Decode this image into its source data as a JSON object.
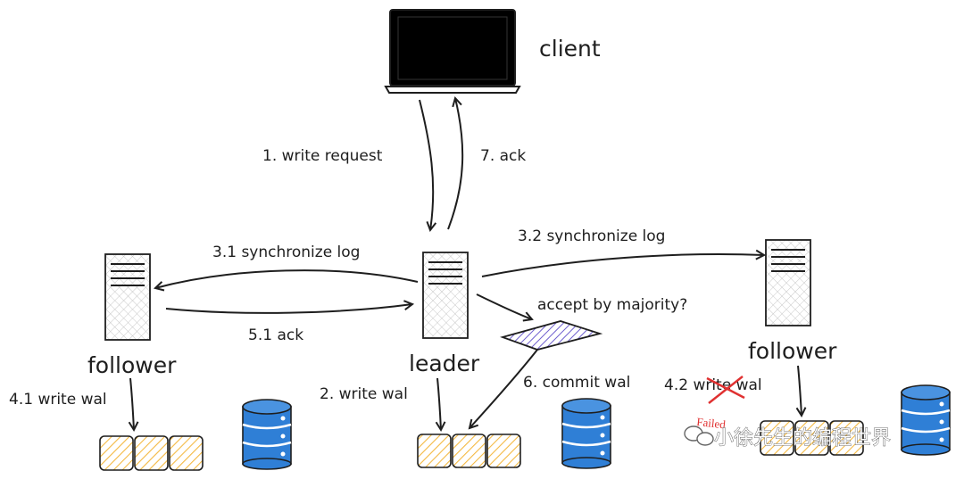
{
  "diagram": {
    "client_label": "client",
    "leader_label": "leader",
    "follower_left_label": "follower",
    "follower_right_label": "follower",
    "decision_label": "accept by majority?",
    "steps": {
      "write_request": "1. write request",
      "ack_client": "7. ack",
      "sync_left": "3.1 synchronize log",
      "sync_right": "3.2 synchronize log",
      "ack_left": "5.1 ack",
      "write_wal_leader": "2. write wal",
      "commit_wal": "6. commit wal",
      "write_wal_left": "4.1 write wal",
      "write_wal_right": "4.2 write wal",
      "failed": "Failed"
    },
    "watermark": "小徐先生的编程世界"
  },
  "colors": {
    "ink": "#1e1e1e",
    "log_fill": "#f4b942",
    "db_blue": "#2f7fd6",
    "decision_fill": "#6a5acd",
    "failed_red": "#e03131",
    "server_grid": "#bbbbbb"
  }
}
